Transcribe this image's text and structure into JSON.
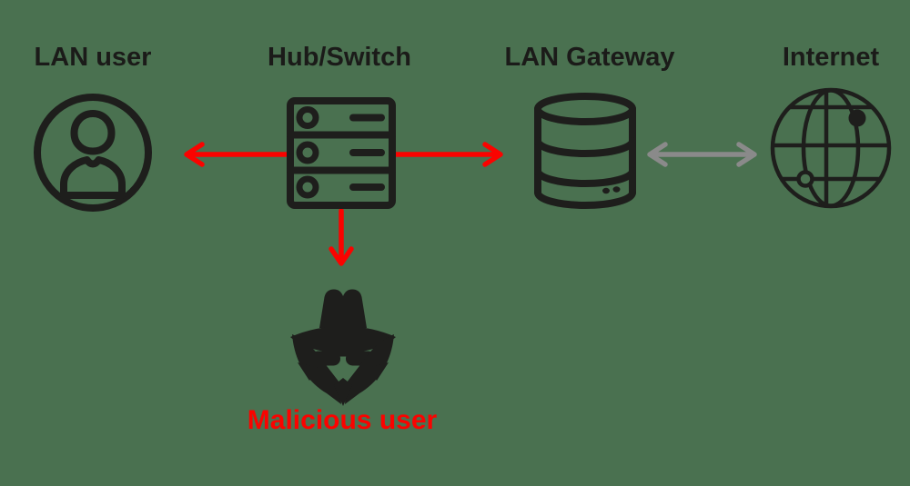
{
  "colors": {
    "background": "#4A7150",
    "ink": "#1E1E1C",
    "label": "#1B1B19",
    "arrow_red": "#FA0300",
    "arrow_gray": "#8A8A8A"
  },
  "nodes": {
    "lan_user": {
      "label": "LAN user",
      "icon": "person-circle-icon"
    },
    "hub_switch": {
      "label": "Hub/Switch",
      "icon": "server-rack-icon"
    },
    "lan_gateway": {
      "label": "LAN Gateway",
      "icon": "database-icon"
    },
    "internet": {
      "label": "Internet",
      "icon": "globe-icon"
    },
    "malicious_user": {
      "label": "Malicious user",
      "icon": "spy-icon",
      "label_color": "#FA0300"
    }
  },
  "edges": [
    {
      "from": "hub_switch",
      "to": "lan_user",
      "direction": "to",
      "color": "#FA0300"
    },
    {
      "from": "hub_switch",
      "to": "lan_gateway",
      "direction": "to",
      "color": "#FA0300"
    },
    {
      "from": "hub_switch",
      "to": "malicious_user",
      "direction": "to",
      "color": "#FA0300"
    },
    {
      "from": "lan_gateway",
      "to": "internet",
      "direction": "both",
      "color": "#8A8A8A"
    }
  ]
}
